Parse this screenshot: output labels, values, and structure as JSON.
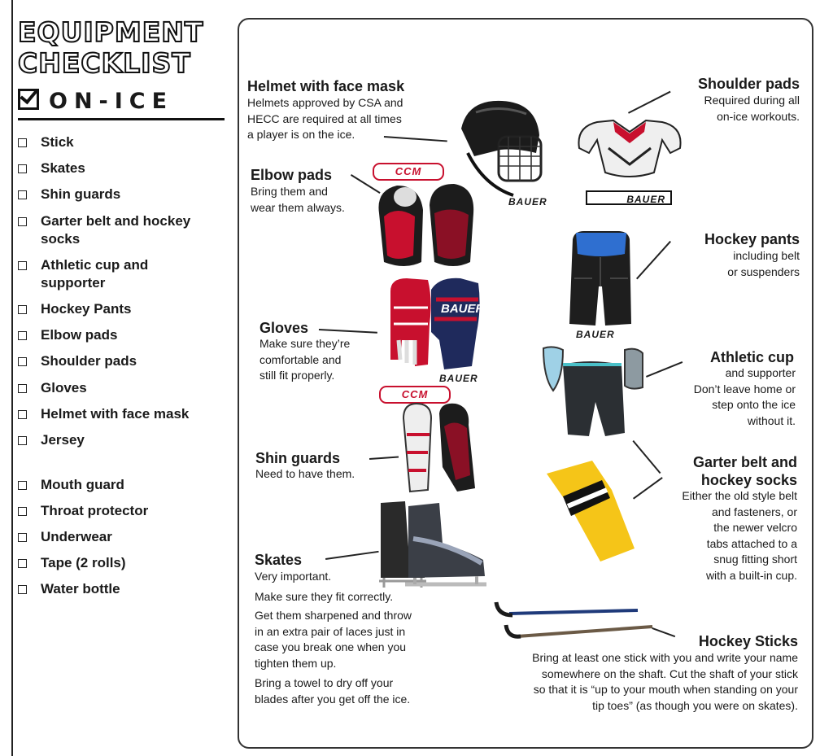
{
  "left": {
    "title_line1": "EQUIPMENT",
    "title_line2": "CHECKLIST",
    "subtitle": "ON-ICE",
    "items": [
      "Stick",
      "Skates",
      "Shin guards",
      "Garter belt and hockey socks",
      "Athletic cup and supporter",
      "Hockey Pants",
      "Elbow pads",
      "Shoulder pads",
      "Gloves",
      "Helmet with face mask",
      "Jersey",
      "Mouth guard",
      "Throat protector",
      "Underwear",
      "Tape (2 rolls)",
      "Water bottle"
    ]
  },
  "gear": {
    "helmet": {
      "title": "Helmet with face mask",
      "desc": "Helmets approved by CSA and\nHECC are required at all times\na player is on the ice."
    },
    "elbow": {
      "title": "Elbow pads",
      "desc": "Bring them and\nwear them always."
    },
    "gloves": {
      "title": "Gloves",
      "desc": "Make sure they’re\ncomfortable and\nstill fit properly."
    },
    "shin": {
      "title": "Shin guards",
      "desc": "Need to have them."
    },
    "skates": {
      "title": "Skates",
      "desc1": "Very important.",
      "desc2": "Make sure they fit correctly.",
      "desc3": "Get them sharpened and throw\nin an extra pair of laces just in\ncase you break one when you\ntighten them up.",
      "desc4": "Bring a towel to dry off your\nblades after you get off the ice."
    },
    "shoulder": {
      "title": "Shoulder pads",
      "desc": "Required during all\non-ice workouts."
    },
    "pants": {
      "title": "Hockey pants",
      "desc": "including belt\nor suspenders"
    },
    "cup": {
      "title": "Athletic cup",
      "desc": "and supporter\nDon’t leave home or\nstep onto the ice\nwithout it."
    },
    "garter": {
      "title1": "Garter belt and",
      "title2": "hockey socks",
      "desc": "Either the old style belt\nand fasteners, or\nthe newer velcro\ntabs attached to a\nsnug fitting short\nwith a built-in cup."
    },
    "sticks": {
      "title": "Hockey Sticks",
      "desc": "Bring at least one stick  with you and write your name\nsomewhere on the shaft.  Cut the shaft of your stick\nso that it is “up to your mouth when standing on your\ntip toes” (as though you were on skates)."
    }
  },
  "brands": {
    "bauer": "BAUER",
    "bauer_upper": "BAUER",
    "ccm": "CCM",
    "bauer_glove": "BAUER",
    "ccm_logo": "CCM",
    "bauer_pants": "BAUER",
    "bauer_shoulder": "BAUER"
  },
  "colors": {
    "red": "#c8102e",
    "navy": "#1f2a5c",
    "yellow": "#f5c518",
    "black": "#111111"
  },
  "icons": [
    "check-icon",
    "checkbox-icon",
    "helmet-icon",
    "elbow-pads-icon",
    "gloves-icon",
    "shin-guards-icon",
    "skates-icon",
    "shoulder-pads-icon",
    "hockey-pants-icon",
    "athletic-cup-icon",
    "hockey-socks-icon",
    "hockey-sticks-icon"
  ]
}
